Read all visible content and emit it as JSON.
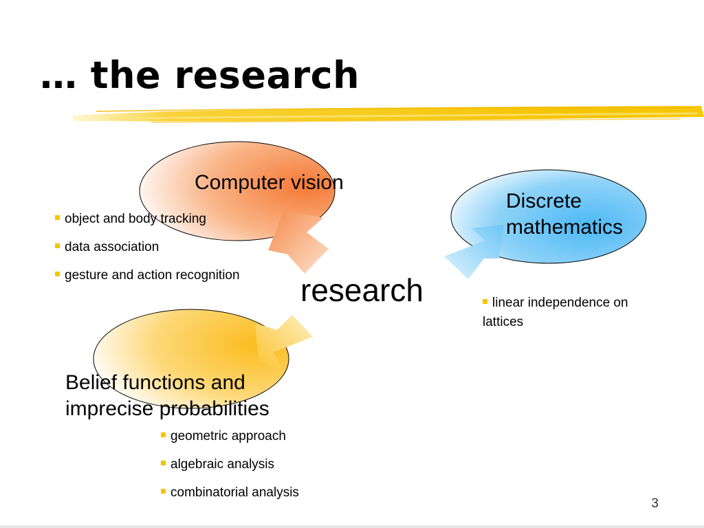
{
  "slide": {
    "title": "… the research",
    "page_number": "3",
    "accent_color": "#f5c400"
  },
  "center": {
    "label": "research"
  },
  "topics": {
    "computer_vision": {
      "label": "Computer vision",
      "color": "#f4884a",
      "bullets": [
        "object and body tracking",
        "data association",
        "gesture and action recognition"
      ]
    },
    "discrete_math": {
      "label_line1": "Discrete",
      "label_line2": "mathematics",
      "color": "#5ec0f4",
      "bullets": [
        "linear independence on lattices"
      ]
    },
    "belief_functions": {
      "label_line1": "Belief functions and",
      "label_line2": "imprecise probabilities",
      "color": "#fbc534",
      "bullets": [
        "geometric approach",
        "algebraic analysis",
        "combinatorial analysis"
      ]
    }
  }
}
